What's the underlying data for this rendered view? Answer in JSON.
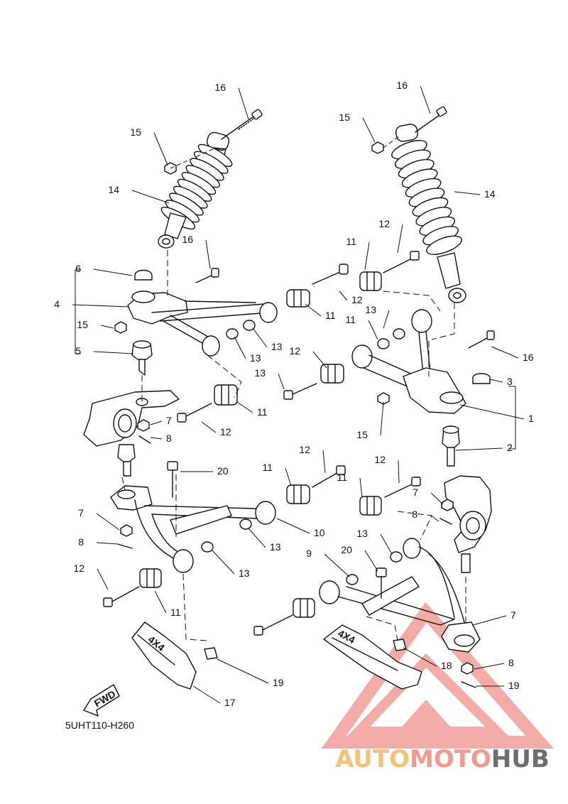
{
  "diagram": {
    "code": "5UHT110-H260",
    "fwd_label": "FWD",
    "decal_text": "4X4",
    "callouts": [
      "16",
      "15",
      "14",
      "16",
      "15",
      "14",
      "16",
      "11",
      "12",
      "6",
      "4",
      "15",
      "5",
      "13",
      "11",
      "12",
      "13",
      "13",
      "11",
      "12",
      "13",
      "16",
      "3",
      "1",
      "2",
      "15",
      "7",
      "8",
      "12",
      "11",
      "12",
      "20",
      "11",
      "12",
      "7",
      "8",
      "7",
      "8",
      "10",
      "13",
      "12",
      "11",
      "13",
      "20",
      "11",
      "13",
      "9",
      "7",
      "8",
      "19",
      "18",
      "17",
      "19"
    ]
  },
  "watermark": {
    "part1": "AUTO",
    "part2": "MOTO",
    "part3": "HUB",
    "colors": {
      "auto": "#f2c27a",
      "moto": "#f29a92",
      "hub": "#6d6d6d",
      "triangle": "#ef8f8a"
    }
  }
}
